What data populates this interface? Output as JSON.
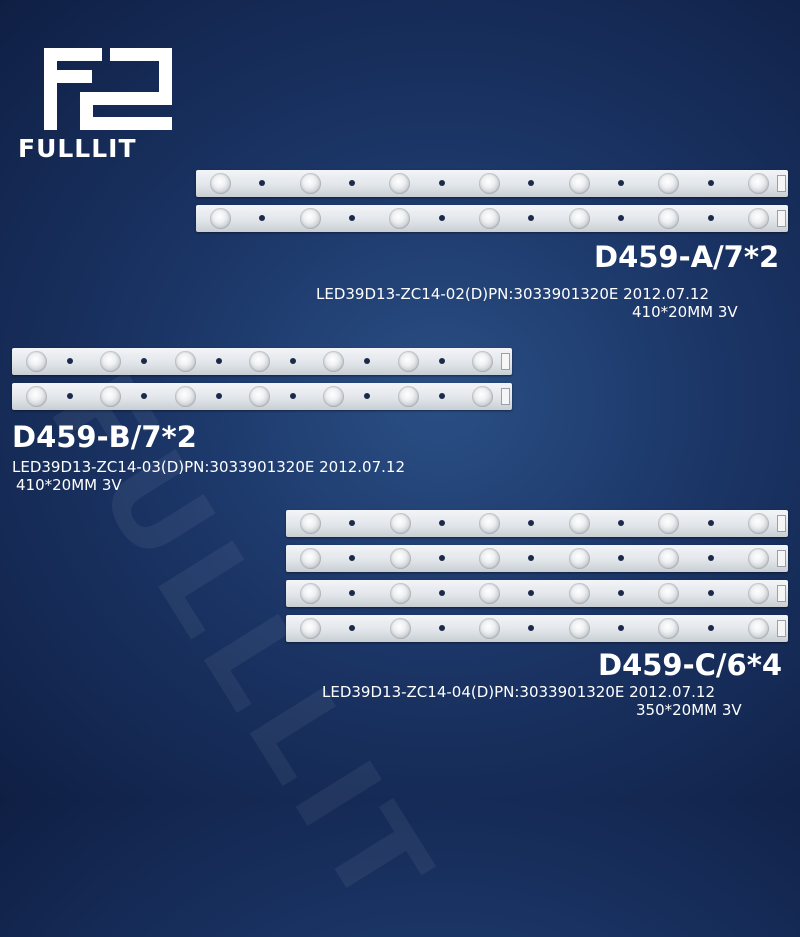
{
  "brand": {
    "logo_text": "FULLLIT"
  },
  "watermark": {
    "text": "FULLLIT"
  },
  "products": [
    {
      "title": "D459-A/7*2",
      "spec_line": "LED39D13-ZC14-02(D)PN:3033901320E  2012.07.12",
      "size_line": "410*20MM 3V",
      "led_count": 7,
      "strip_count": 2
    },
    {
      "title": "D459-B/7*2",
      "spec_line": "LED39D13-ZC14-03(D)PN:3033901320E  2012.07.12",
      "size_line": "410*20MM 3V",
      "led_count": 7,
      "strip_count": 2
    },
    {
      "title": "D459-C/6*4",
      "spec_line": "LED39D13-ZC14-04(D)PN:3033901320E  2012.07.12",
      "size_line": "350*20MM 3V",
      "led_count": 6,
      "strip_count": 4
    }
  ]
}
